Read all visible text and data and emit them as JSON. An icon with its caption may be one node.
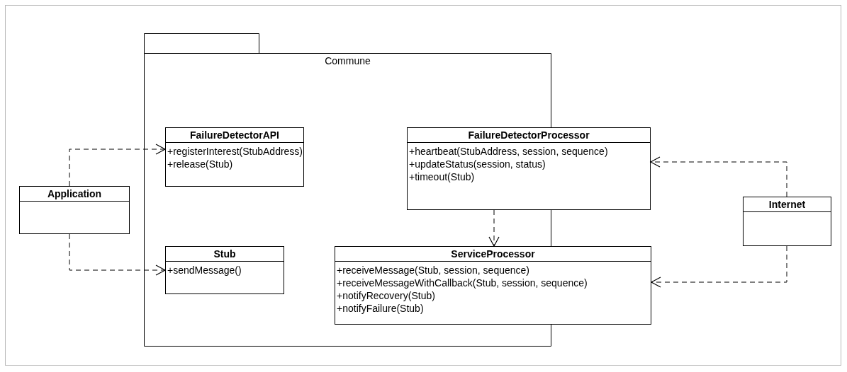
{
  "diagram": {
    "nodes": [
      {
        "text": [
          "Commune"
        ]
      },
      {
        "text": [
          "FailureDetectorAPI",
          "+registerInterest(StubAddress)",
          "+release(Stub)"
        ],
        "in": 0
      },
      {
        "text": [
          "FailureDetectorProcessor",
          "+heartbeat(StubAddress, session, sequence)",
          "+updateStatus(session, status)",
          "+timeout(Stub)"
        ]
      },
      {
        "text": [
          "Stub",
          "+sendMessage()"
        ],
        "in": 0
      },
      {
        "text": [
          "ServiceProcessor",
          "+receiveMessage(Stub, session, sequence)",
          "+receiveMessageWithCallback(Stub, session, sequence)",
          "+notifyRecovery(Stub)",
          "+notifyFailure(Stub)"
        ]
      },
      {
        "text": [
          "Application"
        ]
      },
      {
        "text": [
          "Internet"
        ]
      }
    ],
    "edges": [
      {
        "from": 5,
        "to": 1,
        "arrow": "to",
        "style": "dashed"
      },
      {
        "from": 5,
        "to": 3,
        "arrow": "to",
        "style": "dashed"
      },
      {
        "from": 6,
        "to": 2,
        "arrow": "to",
        "style": "dashed"
      },
      {
        "from": 6,
        "to": 4,
        "arrow": "to",
        "style": "dashed"
      },
      {
        "from": 2,
        "to": 4,
        "arrow": "to",
        "style": "dashed"
      }
    ]
  }
}
